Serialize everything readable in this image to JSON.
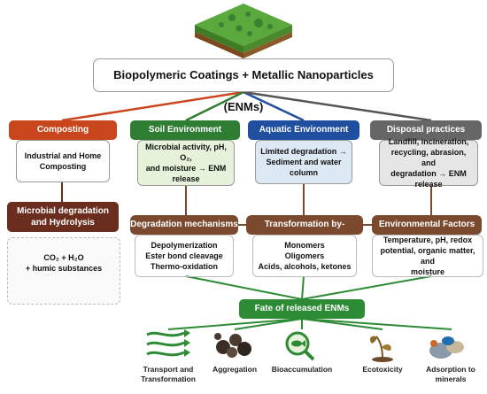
{
  "title": "Biopolymeric Coatings + Metallic Nanoparticles (ENMs)",
  "categories": [
    {
      "label": "Composting",
      "body": [
        "Industrial and Home",
        "Composting"
      ],
      "color": "#c9461c",
      "bg": "#ffffff"
    },
    {
      "label": "Soil Environment",
      "body": [
        "Microbial activity, pH, O₂,",
        "and moisture → ENM",
        "release"
      ],
      "color": "#2e7d32",
      "bg": "#e6f2da"
    },
    {
      "label": "Aquatic Environment",
      "body": [
        "Limited degradation →",
        "Sediment and water",
        "column"
      ],
      "color": "#1f4f9e",
      "bg": "#dde8f5"
    },
    {
      "label": "Disposal practices",
      "body": [
        "Landfill, incineration,",
        "recycling, abrasion, and",
        "degradation → ENM",
        "release"
      ],
      "color": "#666666",
      "bg": "#e6e6e6"
    }
  ],
  "microbial": {
    "label_line1": "Microbial degradation",
    "label_line2": "and Hydrolysis",
    "products_line1": "CO₂ + H₂O",
    "products_line2": "+ humic substances"
  },
  "mechanisms": [
    {
      "label": "Degradation mechanisms",
      "items": [
        "Depolymerization",
        "Ester bond cleavage",
        "Thermo-oxidation"
      ]
    },
    {
      "label": "Transformation by-products",
      "items": [
        "Monomers",
        "Oligomers",
        "Acids, alcohols, ketones"
      ]
    },
    {
      "label": "Environmental Factors",
      "items": [
        "Temperature, pH, redox",
        "potential, organic matter, and",
        "moisture"
      ]
    }
  ],
  "fate": "Fate of released ENMs",
  "outcomes": [
    {
      "label_line1": "Transport and",
      "label_line2": "Transformation",
      "icon": "wind-flow-icon"
    },
    {
      "label_line1": "Aggregation",
      "label_line2": "",
      "icon": "particle-cluster-icon"
    },
    {
      "label_line1": "Bioaccumulation",
      "label_line2": "",
      "icon": "fish-magnifier-icon"
    },
    {
      "label_line1": "Ecotoxicity",
      "label_line2": "",
      "icon": "wilting-plant-icon"
    },
    {
      "label_line1": "Adsorption to",
      "label_line2": "minerals",
      "icon": "minerals-icon"
    }
  ],
  "colors": {
    "green_line": "#2e8b35",
    "brown": "#6b2d1e",
    "orange": "#c9461c",
    "blue": "#1f4f9e",
    "gray": "#555555"
  }
}
